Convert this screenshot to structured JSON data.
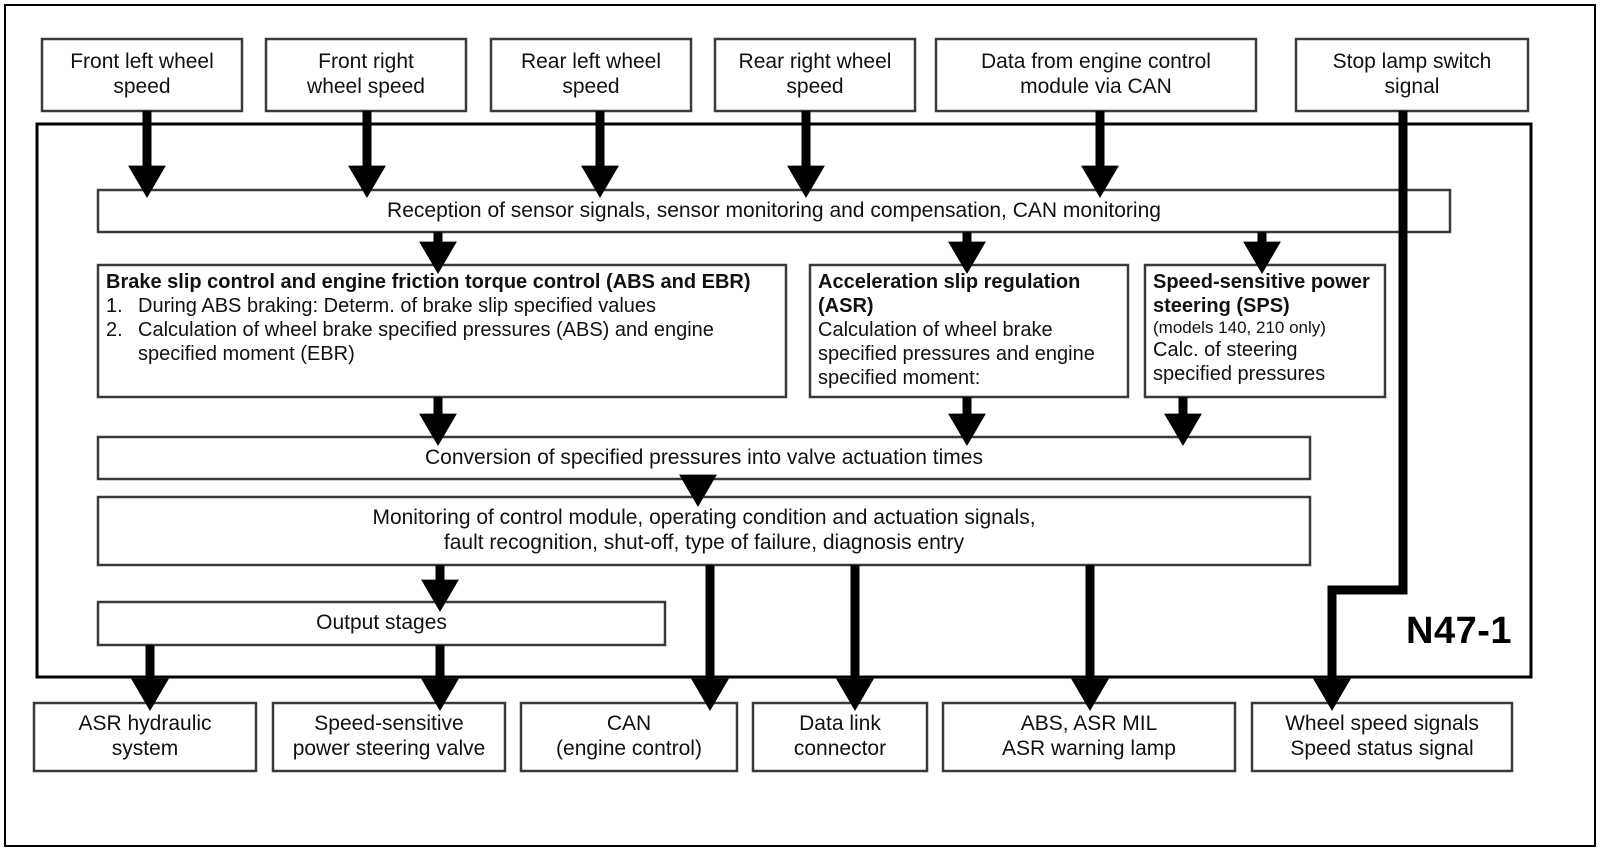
{
  "diagram": {
    "module_label": "N47-1",
    "inputs": [
      {
        "id": "front-left-wheel-speed",
        "label": "Front left wheel\nspeed"
      },
      {
        "id": "front-right-wheel-speed",
        "label": "Front right\nwheel speed"
      },
      {
        "id": "rear-left-wheel-speed",
        "label": "Rear left wheel\nspeed"
      },
      {
        "id": "rear-right-wheel-speed",
        "label": "Rear right wheel\nspeed"
      },
      {
        "id": "data-from-engine-control-module",
        "label": "Data from engine control\nmodule via CAN"
      },
      {
        "id": "stop-lamp-switch-signal",
        "label": "Stop lamp switch\nsignal"
      }
    ],
    "reception_bar": {
      "label": "Reception of sensor signals, sensor monitoring and compensation, CAN monitoring"
    },
    "process_abs": {
      "heading": "Brake slip control and engine friction torque control (ABS and EBR)",
      "items": [
        {
          "num": "1.",
          "text": "During ABS braking: Determ. of brake slip specified values"
        },
        {
          "num": "2.",
          "text": "Calculation of wheel brake specified pressures (ABS) and engine specified moment (EBR)"
        }
      ]
    },
    "process_asr": {
      "heading": "Acceleration slip regulation (ASR)",
      "body": "Calculation of wheel brake specified pressures and engine specified moment:"
    },
    "process_sps": {
      "heading": "Speed-sensitive power steering (SPS)",
      "note": "(models 140, 210 only)",
      "body": "Calc. of steering specified pressures"
    },
    "conversion_bar": {
      "label": "Conversion of specified pressures into valve actuation times"
    },
    "monitoring_bar": {
      "label": "Monitoring of control module, operating condition and actuation signals,\nfault recognition, shut-off, type of failure, diagnosis entry"
    },
    "output_stages": {
      "label": "Output stages"
    },
    "outputs": [
      {
        "id": "asr-hydraulic-system",
        "label": "ASR hydraulic\nsystem"
      },
      {
        "id": "speed-sensitive-power-steering-valve",
        "label": "Speed-sensitive\npower steering valve"
      },
      {
        "id": "can-engine-control",
        "label": "CAN\n(engine control)"
      },
      {
        "id": "data-link-connector",
        "label": "Data link\nconnector"
      },
      {
        "id": "abs-asr-mil-warning-lamp",
        "label": "ABS, ASR MIL\nASR warning lamp"
      },
      {
        "id": "wheel-speed-signals",
        "label": "Wheel speed signals\nSpeed status signal"
      }
    ],
    "colors": {
      "line": "#000000",
      "box_stroke": "#3a3a3a",
      "background": "#ffffff",
      "text": "#111111"
    }
  }
}
